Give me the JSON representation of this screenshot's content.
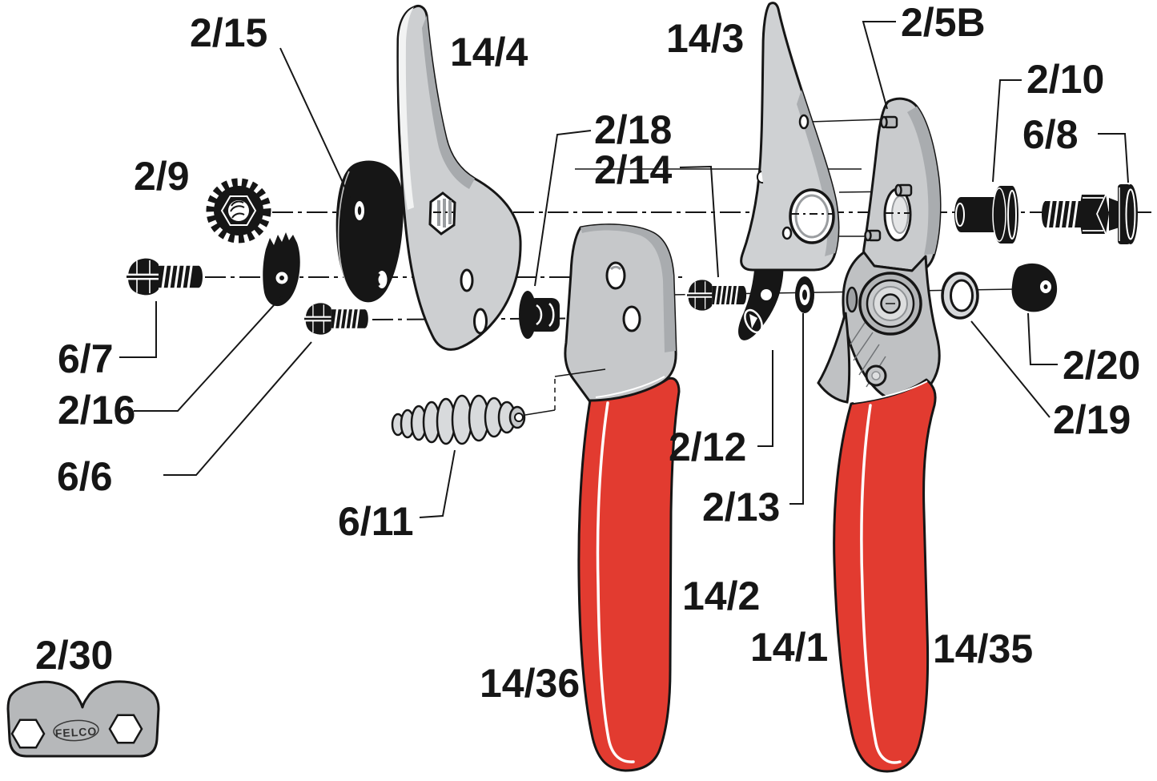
{
  "diagram": {
    "description": "Exploded spare-parts diagram of FELCO pruning shears",
    "brand": "FELCO",
    "colors": {
      "background": "#ffffff",
      "outline": "#161616",
      "black_part": "#161616",
      "metal_light": "#cdcfd1",
      "metal_mid": "#b9bbbd",
      "metal_dark": "#a7aaad",
      "handle_red": "#e23b30"
    },
    "labels": {
      "p2_15": "2/15",
      "p14_4": "14/4",
      "p14_3": "14/3",
      "p2_5B": "2/5B",
      "p2_10": "2/10",
      "p6_8": "6/8",
      "p2_9": "2/9",
      "p2_18": "2/18",
      "p2_14": "2/14",
      "p6_7": "6/7",
      "p2_16": "2/16",
      "p6_6": "6/6",
      "p6_11": "6/11",
      "p2_12": "2/12",
      "p2_13": "2/13",
      "p2_20": "2/20",
      "p2_19": "2/19",
      "p14_2": "14/2",
      "p14_1": "14/1",
      "p14_35": "14/35",
      "p14_36": "14/36",
      "p2_30": "2/30"
    }
  }
}
